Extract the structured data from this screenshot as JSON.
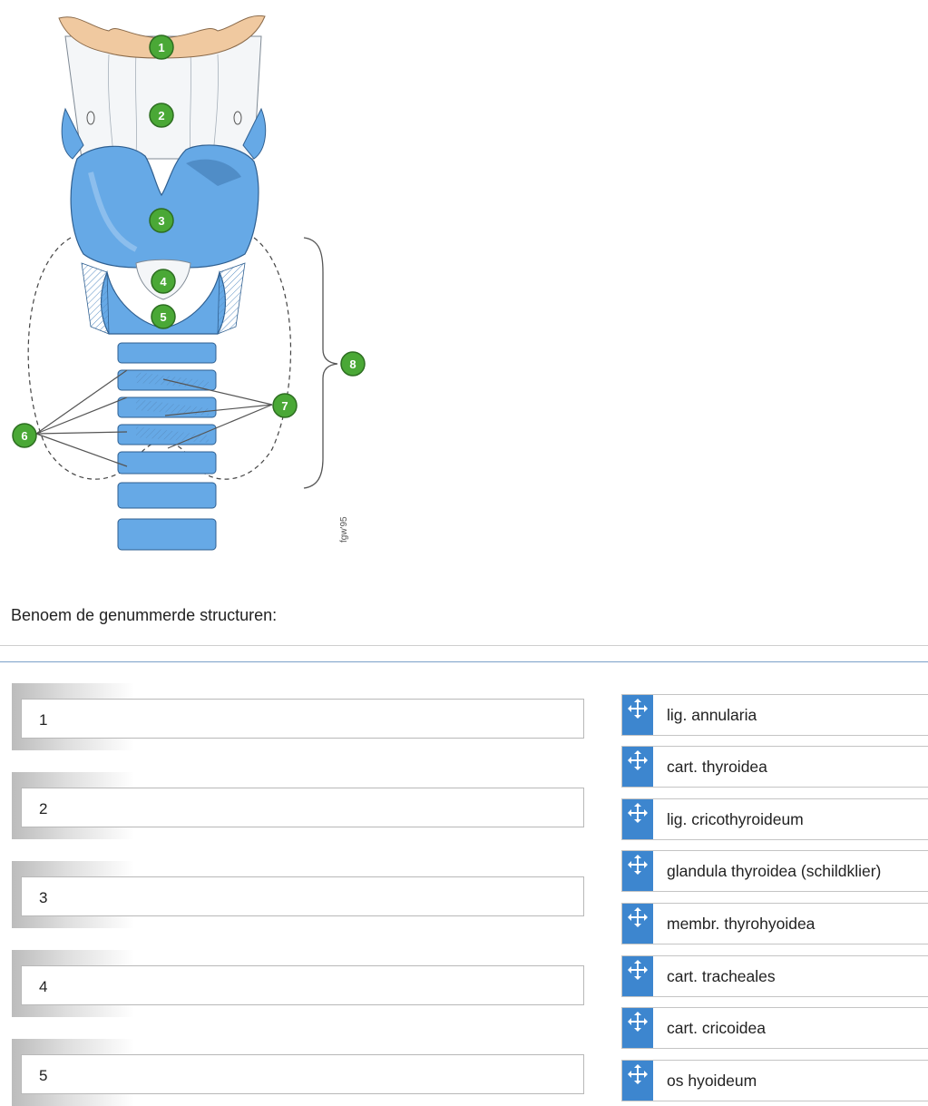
{
  "figure": {
    "markers": [
      "1",
      "2",
      "3",
      "4",
      "5",
      "6",
      "7",
      "8"
    ],
    "credit": "fgw'95"
  },
  "question": "Benoem de genummerde structuren:",
  "targets": [
    "1",
    "2",
    "3",
    "4",
    "5"
  ],
  "options": [
    "lig. annularia",
    "cart. thyroidea",
    "lig. cricothyroideum",
    "glandula thyroidea (schildklier)",
    "membr. thyrohyoidea",
    "cart. tracheales",
    "cart. cricoidea",
    "os hyoideum"
  ],
  "colors": {
    "marker_green": "#4aa836",
    "cartilage_blue": "#66a9e6",
    "hyoid_tan": "#f0c9a0",
    "handle_blue": "#3d86cf"
  }
}
